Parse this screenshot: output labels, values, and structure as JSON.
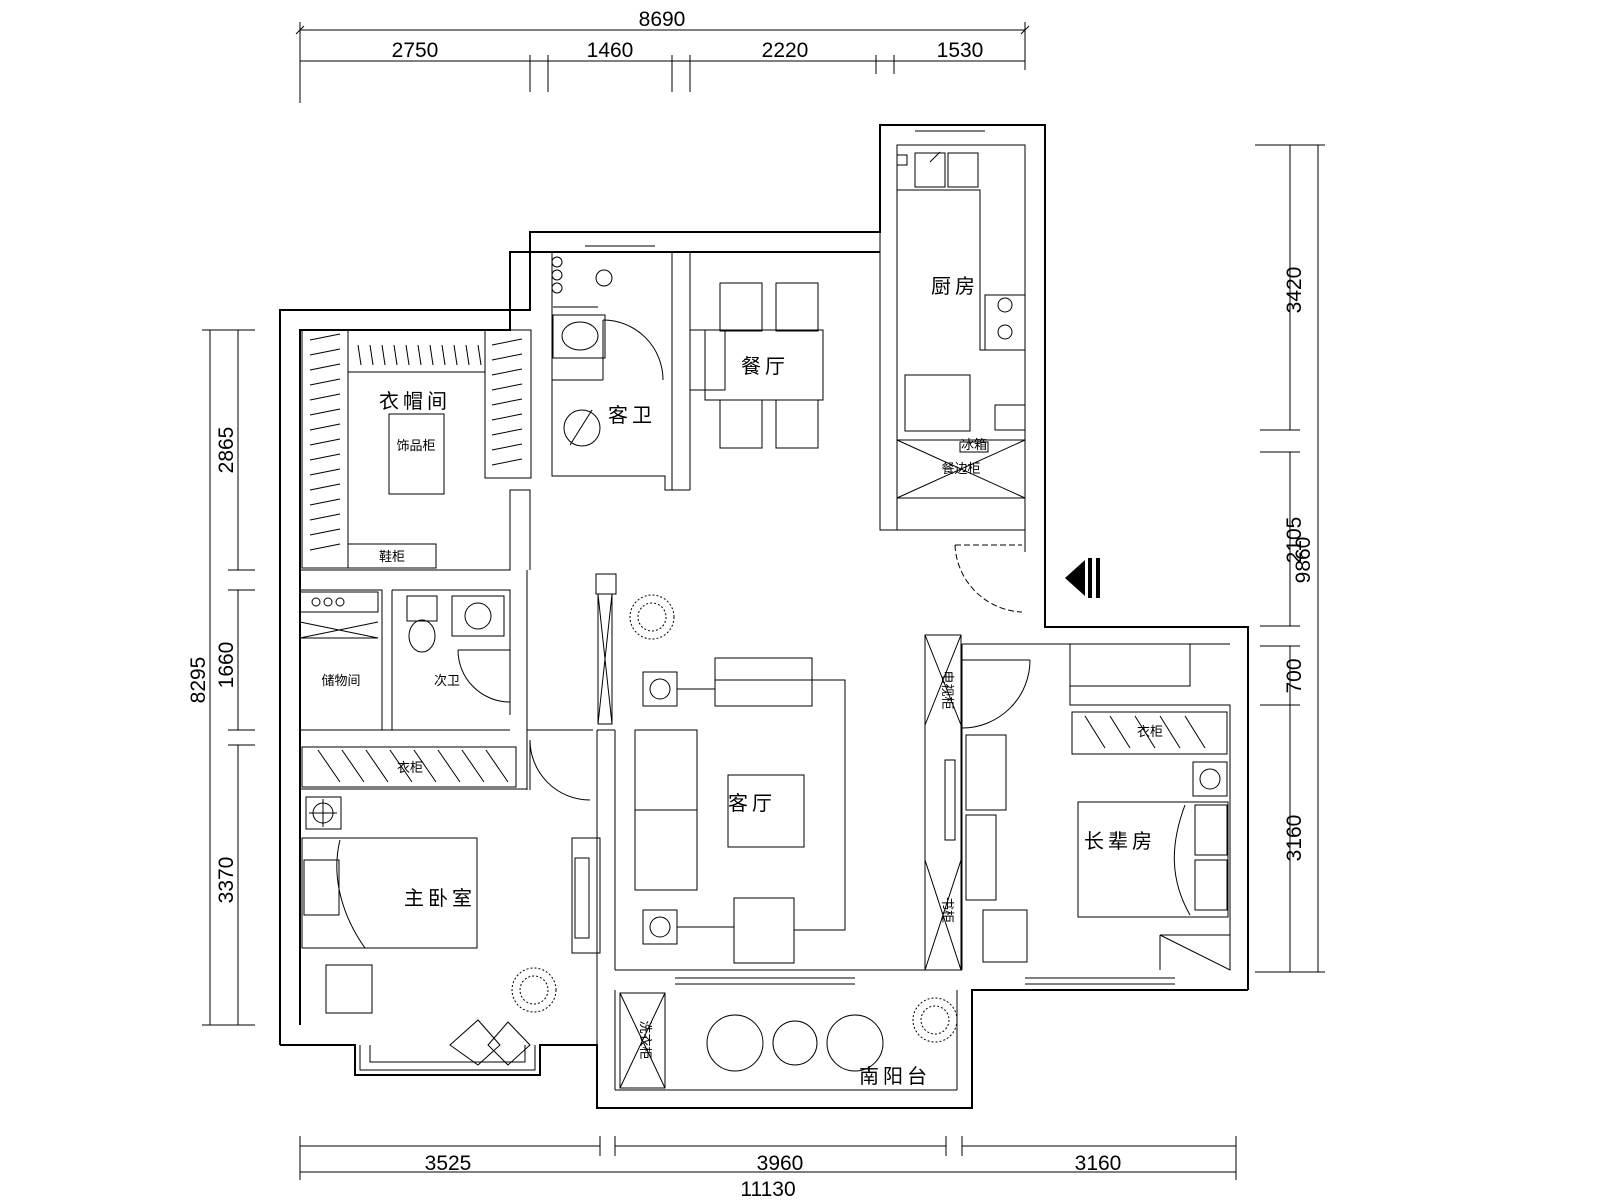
{
  "dimensions": {
    "top_total": "8690",
    "top_segments": [
      "2750",
      "1460",
      "2220",
      "1530"
    ],
    "bottom_total": "11130",
    "bottom_segments": [
      "3525",
      "3960",
      "3160"
    ],
    "left_total": "8295",
    "left_segments": [
      "2865",
      "1660",
      "3370"
    ],
    "right_total": "9860",
    "right_segments": [
      "3420",
      "2105",
      "700",
      "3160"
    ]
  },
  "rooms": {
    "cloakroom": "衣帽间",
    "guest_bath": "客卫",
    "dining": "餐厅",
    "kitchen": "厨房",
    "storage": "储物间",
    "bath": "次卫",
    "living": "客厅",
    "master_bedroom": "主卧室",
    "elder_room": "长辈房",
    "south_balcony": "南阳台"
  },
  "labels": {
    "cloak_island": "饰品柜",
    "cloak_shoe": "鞋柜",
    "fridge": "冰箱",
    "pantry": "餐边柜",
    "master_wardrobe": "衣柜",
    "elder_wardrobe": "衣柜",
    "tv_cabinet": "电视柜",
    "bookshelf": "书柜",
    "balcony_cabinet": "洗衣柜"
  },
  "icons": [
    "entrance-arrow-icon",
    "plant-icon",
    "floor-lamp-icon"
  ]
}
